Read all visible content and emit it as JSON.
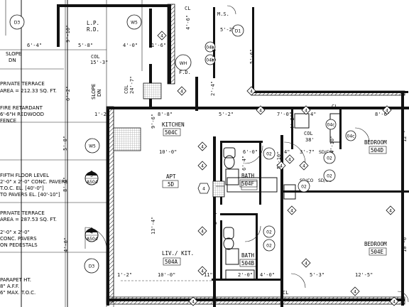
{
  "rooms": {
    "kitchen": {
      "name": "KITCHEN",
      "id": "504C"
    },
    "apt": {
      "name": "APT",
      "id": "5D"
    },
    "liv_kit": {
      "name": "LIV./ KIT.",
      "id": "504A"
    },
    "bath_f": {
      "name": "BATH",
      "id": "504F"
    },
    "bath_b": {
      "name": "BATH",
      "id": "504B"
    },
    "bedroom_d": {
      "name": "BEDROOM",
      "id": "504D"
    },
    "bedroom_e": {
      "name": "BEDROOM",
      "id": "504E"
    },
    "lp": {
      "line1": "L.P.",
      "line2": "R.D."
    }
  },
  "notes": {
    "terrace_1": [
      "PRIVATE TERRACE",
      "AREA = 212.33 SQ. FT."
    ],
    "fire_retardant": [
      "FIRE RETARDANT",
      "6'-6\"H REDWOOD",
      "FENCE"
    ],
    "floor_level": [
      "FIFTH FLOOR LEVEL",
      "2'-0\" x 2'-0\" CONC. PAVERS",
      "T.O.C. EL. [40'-0\"]",
      "TO PAVERS EL. [40'-10\"]"
    ],
    "terrace_2": [
      "PRIVATE TERRACE",
      "AREA = 287.53 SQ. FT.",
      "2'-0\" x 2'-0\"",
      "CONC. PAVERS",
      "ON PEDESTALS"
    ],
    "parapet": [
      "PARAPET HT.",
      "8\" A.F.F.",
      "6\" MAX. T.O.C."
    ],
    "slope_1": [
      "SLOPE",
      "DN"
    ],
    "slope_2": [
      "SLOPE",
      "DN"
    ]
  },
  "labels": {
    "col_1": "COL",
    "col_1_dim": "15'-3\"",
    "col_2": "COL",
    "col_2_dim": "24'-7\"",
    "col_3": "COL",
    "col_3_dim": "38'",
    "cl_1": "CL",
    "cl_2": "CL",
    "cl_3": "CL",
    "ms": "M.S.",
    "fd": "F.D.",
    "wh": "WH",
    "sdco_1": "SD/CO",
    "sdco_2": "SD/CO",
    "sdco_3": "SD/CO"
  },
  "door_tags": {
    "d3_top": "D3",
    "d3_bottom": "D3",
    "w5_top": "W5",
    "w5_mid": "W5",
    "d1": "D1",
    "t04b_1": "04b",
    "t04b_2": "04b",
    "t04c_1": "04c",
    "t04c_2": "04c",
    "t02_1": "02",
    "t02_2": "02",
    "t02_3": "02",
    "t02_4": "02",
    "t02_5": "02",
    "t02_6": "02",
    "sec_3": "3",
    "sec_3_ref": "A504",
    "sec_4": "4",
    "sec_4_ref": "A504"
  },
  "diamond_tag": "4",
  "dimensions": {
    "d_6_4": "6'-4\"",
    "d_5_8": "5'-8\"",
    "d_4_0a": "4'-0\"",
    "d_1_6": "1'-6\"",
    "d_5_2a": "5'-2\"",
    "d_1_2a": "1'-2\"",
    "d_8_8": "8'-8\"",
    "d_5_2b": "5'-2\"",
    "d_7_0": "7'-0\"",
    "d_4a": "4\"",
    "d_8_6": "8'-6\"",
    "d_10_0a": "10'-0\"",
    "d_6_0": "6'-0\"",
    "d_4b": "4\"",
    "d_3_7": "3'-7\"",
    "d_10_0b": "10'-0\"",
    "d_11": "11\"",
    "d_4_0b": "4'-0\"",
    "d_12_5": "12'-5\"",
    "d_1_2b": "1'-2\"",
    "d_13_4": "13'-4\"",
    "d_9_6": "9'-6\"",
    "d_5_0": "5'-0\"",
    "d_8_0": "8'-0\"",
    "d_4_2": "4'-2\"",
    "d_5_10": "5'-10\"",
    "d_4_10": "4'-10\"",
    "d_2_4": "2'-4\"",
    "d_4_6": "4'-6\"",
    "d_9_10": "9'-10\"",
    "d_6_2": "6'-2\"",
    "d_4_0c": "4'-0\"",
    "d_5_6": "5'-6\"",
    "d_6_4b": "6'-4\"",
    "d_2_4b": "2'-4\"",
    "d_10_6": "10'-6\"",
    "d_12": "12'-",
    "d_5_4": "5'-4\"",
    "d_2_0": "2'-0\"",
    "d_5_3": "5'-3\""
  }
}
